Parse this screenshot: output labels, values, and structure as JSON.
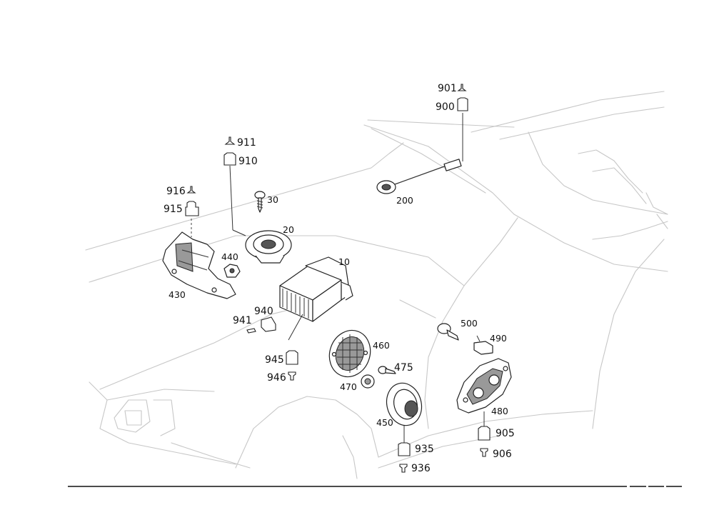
{
  "parts": {
    "p10": "10",
    "p20": "20",
    "p30": "30",
    "p200": "200",
    "p430": "430",
    "p440": "440",
    "p450": "450",
    "p460": "460",
    "p470": "470",
    "p475": "475",
    "p480": "480",
    "p490": "490",
    "p500": "500",
    "p900": "900",
    "p901": "901",
    "p905": "905",
    "p906": "906",
    "p910": "910",
    "p911": "911",
    "p915": "915",
    "p916": "916",
    "p935": "935",
    "p936": "936",
    "p940": "940",
    "p941": "941",
    "p945": "945",
    "p946": "946"
  }
}
